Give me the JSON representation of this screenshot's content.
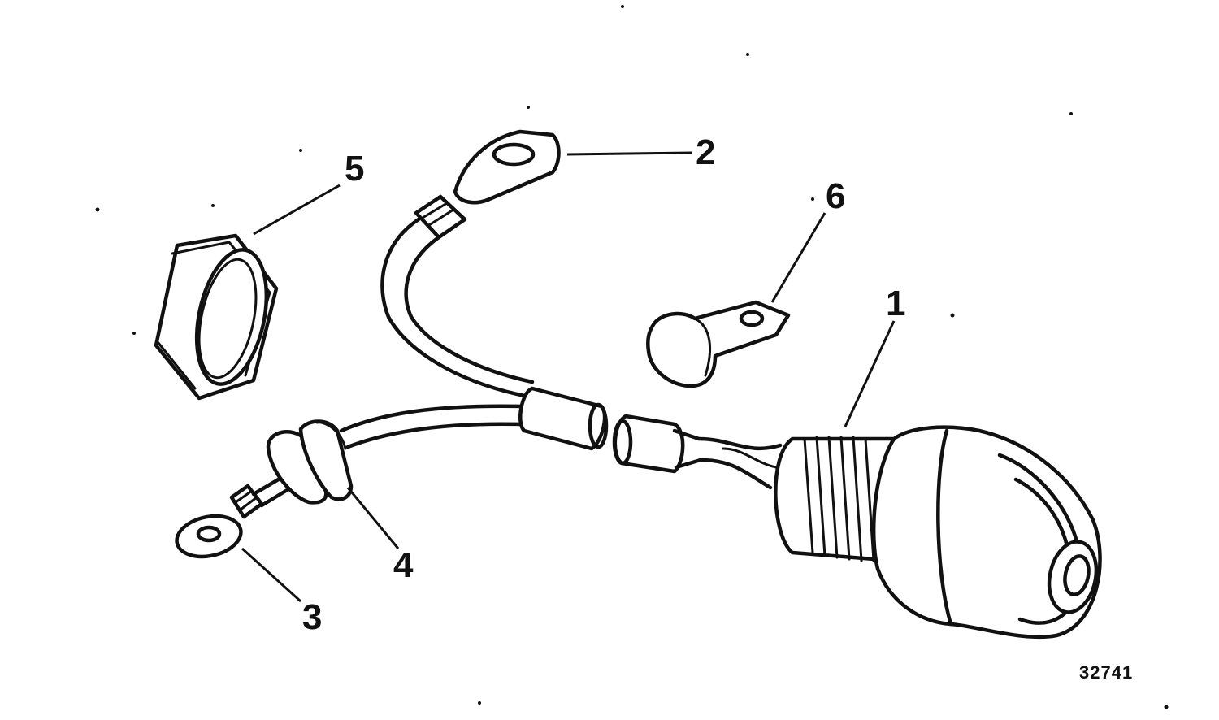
{
  "callouts": {
    "c1": "1",
    "c2": "2",
    "c3": "3",
    "c4": "4",
    "c5": "5",
    "c6": "6"
  },
  "figure_id": "32741"
}
